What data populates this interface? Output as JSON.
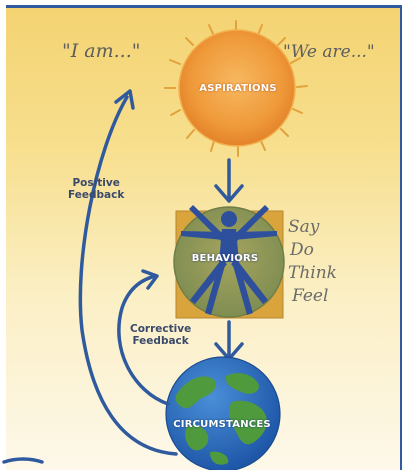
{
  "quotes": {
    "left": "\"I am...\"",
    "right": "\"We are...\""
  },
  "nodes": {
    "aspirations": "ASPIRATIONS",
    "behaviors": "BEHAVIORS",
    "circumstances": "CIRCUMSTANCES"
  },
  "feedback": {
    "positive_line1": "Positive",
    "positive_line2": "Feedback",
    "corrective_line1": "Corrective",
    "corrective_line2": "Feedback"
  },
  "behavior_list": [
    "Say",
    "Do",
    "Think",
    "Feel"
  ],
  "colors": {
    "arrow": "#2f5b9e",
    "sun": "#ef9d3e",
    "frame_border": "#2f5b9e"
  },
  "icons": {
    "sun": "sun-icon",
    "figure": "vitruvian-figure-icon",
    "globe": "globe-icon"
  }
}
